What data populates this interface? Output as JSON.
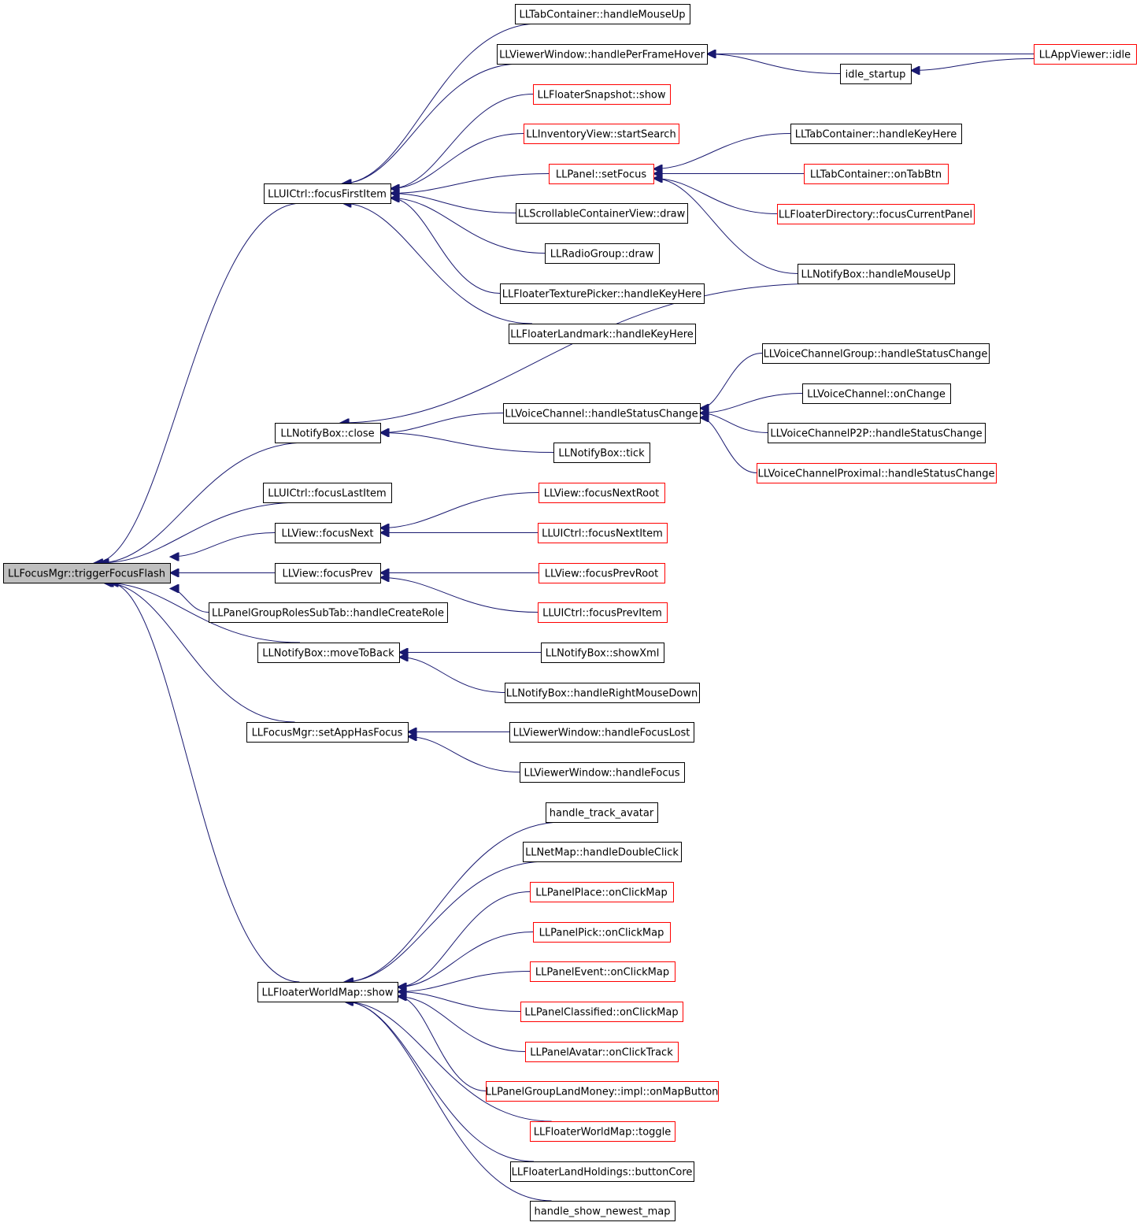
{
  "colors": {
    "edge": "#191970",
    "arrowhead": "#191970",
    "box_border_default": "#000000",
    "box_border_truncated": "#ff0000",
    "focus_fill": "#bfbfbf",
    "box_fill": "#ffffff",
    "text": "#000000"
  },
  "nodes": [
    {
      "id": "n0",
      "label": "LLFocusMgr::triggerFocusFlash",
      "style": "focus"
    },
    {
      "id": "n1",
      "label": "LLUICtrl::focusFirstItem",
      "style": "normal"
    },
    {
      "id": "n2",
      "label": "LLNotifyBox::close",
      "style": "normal"
    },
    {
      "id": "n3",
      "label": "LLUICtrl::focusLastItem",
      "style": "normal"
    },
    {
      "id": "n4",
      "label": "LLView::focusNext",
      "style": "normal"
    },
    {
      "id": "n5",
      "label": "LLView::focusPrev",
      "style": "normal"
    },
    {
      "id": "n6",
      "label": "LLPanelGroupRolesSubTab::handleCreateRole",
      "style": "normal"
    },
    {
      "id": "n7",
      "label": "LLNotifyBox::moveToBack",
      "style": "normal"
    },
    {
      "id": "n8",
      "label": "LLFocusMgr::setAppHasFocus",
      "style": "normal"
    },
    {
      "id": "n9",
      "label": "LLFloaterWorldMap::show",
      "style": "normal"
    },
    {
      "id": "n10",
      "label": "LLTabContainer::handleMouseUp",
      "style": "normal"
    },
    {
      "id": "n11",
      "label": "LLViewerWindow::handlePerFrameHover",
      "style": "normal"
    },
    {
      "id": "n12",
      "label": "LLFloaterSnapshot::show",
      "style": "truncated"
    },
    {
      "id": "n13",
      "label": "LLInventoryView::startSearch",
      "style": "truncated"
    },
    {
      "id": "n14",
      "label": "LLPanel::setFocus",
      "style": "truncated"
    },
    {
      "id": "n15",
      "label": "LLScrollableContainerView::draw",
      "style": "normal"
    },
    {
      "id": "n16",
      "label": "LLRadioGroup::draw",
      "style": "normal"
    },
    {
      "id": "n17",
      "label": "LLFloaterTexturePicker::handleKeyHere",
      "style": "normal"
    },
    {
      "id": "n18",
      "label": "LLFloaterLandmark::handleKeyHere",
      "style": "normal"
    },
    {
      "id": "n19",
      "label": "LLVoiceChannel::handleStatusChange",
      "style": "normal"
    },
    {
      "id": "n20",
      "label": "LLNotifyBox::tick",
      "style": "normal"
    },
    {
      "id": "n21",
      "label": "LLView::focusNextRoot",
      "style": "truncated"
    },
    {
      "id": "n22",
      "label": "LLUICtrl::focusNextItem",
      "style": "truncated"
    },
    {
      "id": "n23",
      "label": "LLView::focusPrevRoot",
      "style": "truncated"
    },
    {
      "id": "n24",
      "label": "LLUICtrl::focusPrevItem",
      "style": "truncated"
    },
    {
      "id": "n25",
      "label": "LLNotifyBox::showXml",
      "style": "normal"
    },
    {
      "id": "n26",
      "label": "LLNotifyBox::handleRightMouseDown",
      "style": "normal"
    },
    {
      "id": "n27",
      "label": "LLViewerWindow::handleFocusLost",
      "style": "normal"
    },
    {
      "id": "n28",
      "label": "LLViewerWindow::handleFocus",
      "style": "normal"
    },
    {
      "id": "n29",
      "label": "handle_track_avatar",
      "style": "normal"
    },
    {
      "id": "n30",
      "label": "LLNetMap::handleDoubleClick",
      "style": "normal"
    },
    {
      "id": "n31",
      "label": "LLPanelPlace::onClickMap",
      "style": "truncated"
    },
    {
      "id": "n32",
      "label": "LLPanelPick::onClickMap",
      "style": "truncated"
    },
    {
      "id": "n33",
      "label": "LLPanelEvent::onClickMap",
      "style": "truncated"
    },
    {
      "id": "n34",
      "label": "LLPanelClassified::onClickMap",
      "style": "truncated"
    },
    {
      "id": "n35",
      "label": "LLPanelAvatar::onClickTrack",
      "style": "truncated"
    },
    {
      "id": "n36",
      "label": "LLPanelGroupLandMoney::impl::onMapButton",
      "style": "truncated"
    },
    {
      "id": "n37",
      "label": "LLFloaterWorldMap::toggle",
      "style": "truncated"
    },
    {
      "id": "n38",
      "label": "LLFloaterLandHoldings::buttonCore",
      "style": "normal"
    },
    {
      "id": "n39",
      "label": "handle_show_newest_map",
      "style": "normal"
    },
    {
      "id": "n40",
      "label": "idle_startup",
      "style": "normal"
    },
    {
      "id": "n41",
      "label": "LLAppViewer::idle",
      "style": "truncated"
    },
    {
      "id": "n42",
      "label": "LLTabContainer::handleKeyHere",
      "style": "normal"
    },
    {
      "id": "n43",
      "label": "LLTabContainer::onTabBtn",
      "style": "truncated"
    },
    {
      "id": "n44",
      "label": "LLFloaterDirectory::focusCurrentPanel",
      "style": "truncated"
    },
    {
      "id": "n45",
      "label": "LLNotifyBox::handleMouseUp",
      "style": "normal"
    },
    {
      "id": "n46",
      "label": "LLVoiceChannelGroup::handleStatusChange",
      "style": "normal"
    },
    {
      "id": "n47",
      "label": "LLVoiceChannel::onChange",
      "style": "normal"
    },
    {
      "id": "n48",
      "label": "LLVoiceChannelP2P::handleStatusChange",
      "style": "normal"
    },
    {
      "id": "n49",
      "label": "LLVoiceChannelProximal::handleStatusChange",
      "style": "truncated"
    }
  ],
  "edges": [
    {
      "from": "n1",
      "to": "n0"
    },
    {
      "from": "n2",
      "to": "n0"
    },
    {
      "from": "n3",
      "to": "n0"
    },
    {
      "from": "n4",
      "to": "n0"
    },
    {
      "from": "n5",
      "to": "n0"
    },
    {
      "from": "n6",
      "to": "n0"
    },
    {
      "from": "n7",
      "to": "n0"
    },
    {
      "from": "n8",
      "to": "n0"
    },
    {
      "from": "n9",
      "to": "n0"
    },
    {
      "from": "n10",
      "to": "n1"
    },
    {
      "from": "n11",
      "to": "n1"
    },
    {
      "from": "n12",
      "to": "n1"
    },
    {
      "from": "n13",
      "to": "n1"
    },
    {
      "from": "n14",
      "to": "n1"
    },
    {
      "from": "n15",
      "to": "n1"
    },
    {
      "from": "n16",
      "to": "n1"
    },
    {
      "from": "n17",
      "to": "n1"
    },
    {
      "from": "n18",
      "to": "n1"
    },
    {
      "from": "n41",
      "to": "n11"
    },
    {
      "from": "n40",
      "to": "n11"
    },
    {
      "from": "n41",
      "to": "n40"
    },
    {
      "from": "n42",
      "to": "n14"
    },
    {
      "from": "n43",
      "to": "n14"
    },
    {
      "from": "n44",
      "to": "n14"
    },
    {
      "from": "n45",
      "to": "n14"
    },
    {
      "from": "n45",
      "to": "n2"
    },
    {
      "from": "n19",
      "to": "n2"
    },
    {
      "from": "n20",
      "to": "n2"
    },
    {
      "from": "n46",
      "to": "n19"
    },
    {
      "from": "n47",
      "to": "n19"
    },
    {
      "from": "n48",
      "to": "n19"
    },
    {
      "from": "n49",
      "to": "n19"
    },
    {
      "from": "n21",
      "to": "n4"
    },
    {
      "from": "n22",
      "to": "n4"
    },
    {
      "from": "n23",
      "to": "n5"
    },
    {
      "from": "n24",
      "to": "n5"
    },
    {
      "from": "n25",
      "to": "n7"
    },
    {
      "from": "n26",
      "to": "n7"
    },
    {
      "from": "n27",
      "to": "n8"
    },
    {
      "from": "n28",
      "to": "n8"
    },
    {
      "from": "n29",
      "to": "n9"
    },
    {
      "from": "n30",
      "to": "n9"
    },
    {
      "from": "n31",
      "to": "n9"
    },
    {
      "from": "n32",
      "to": "n9"
    },
    {
      "from": "n33",
      "to": "n9"
    },
    {
      "from": "n34",
      "to": "n9"
    },
    {
      "from": "n35",
      "to": "n9"
    },
    {
      "from": "n36",
      "to": "n9"
    },
    {
      "from": "n37",
      "to": "n9"
    },
    {
      "from": "n38",
      "to": "n9"
    },
    {
      "from": "n39",
      "to": "n9"
    }
  ]
}
